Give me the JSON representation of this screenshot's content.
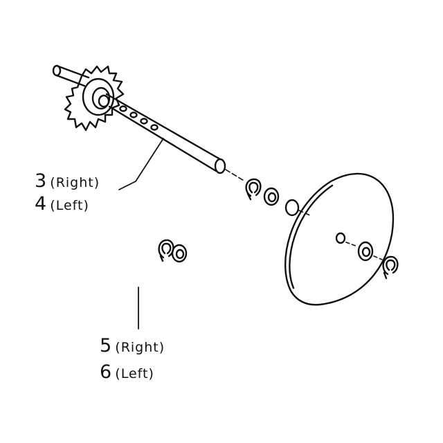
{
  "callouts": {
    "c3": {
      "number": "3",
      "side": "(Right)"
    },
    "c4": {
      "number": "4",
      "side": "(Left)"
    },
    "c5": {
      "number": "5",
      "side": "(Right)"
    },
    "c6": {
      "number": "6",
      "side": "(Left)"
    }
  },
  "colors": {
    "line": "#111111",
    "background": "#ffffff"
  }
}
